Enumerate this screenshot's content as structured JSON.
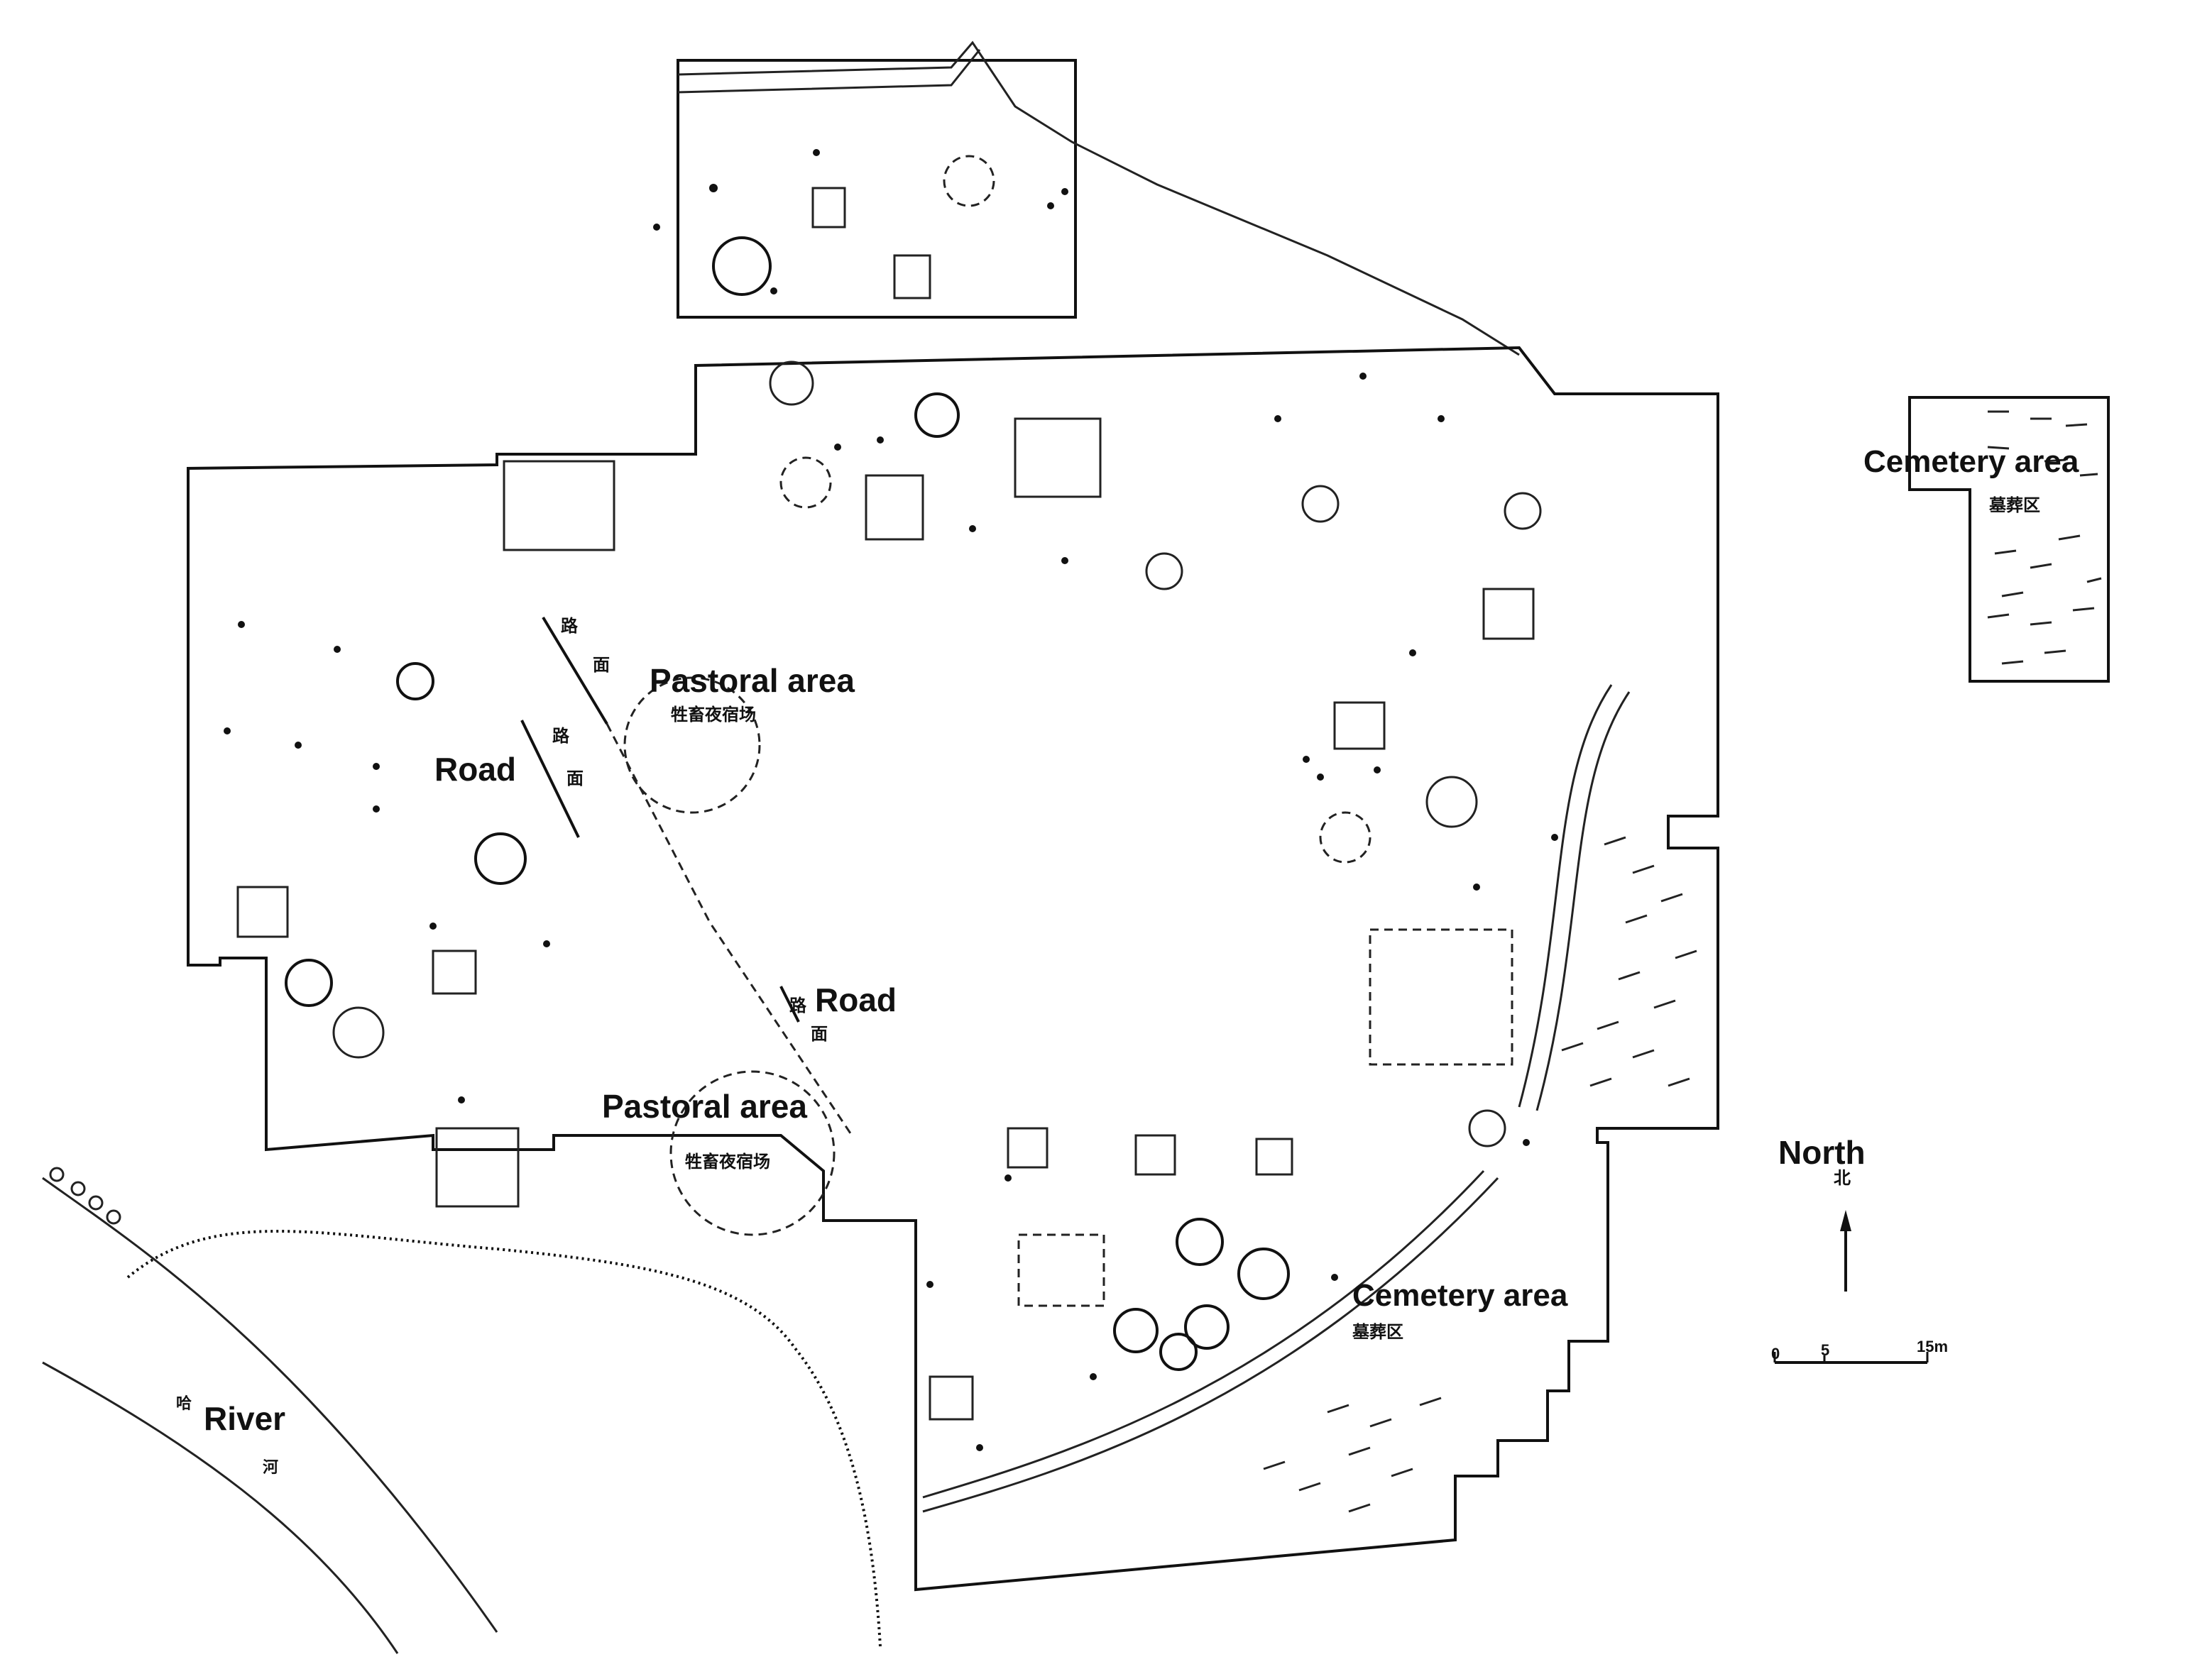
{
  "map": {
    "labels": {
      "pastoral_1": "Pastoral area",
      "pastoral_1_zh": "牲畜夜宿场",
      "pastoral_2": "Pastoral area",
      "pastoral_2_zh": "牲畜夜宿场",
      "road_1": "Road",
      "road_1_zh_a": "路",
      "road_1_zh_b": "面",
      "road_2": "Road",
      "road_2_zh_a": "路",
      "road_2_zh_b": "面",
      "road_3_zh_a": "路",
      "road_3_zh_b": "面",
      "cemetery_1": "Cemetery area",
      "cemetery_1_zh": "墓葬区",
      "cemetery_2": "Cemetery area",
      "cemetery_2_zh": "墓葬区",
      "river": "River",
      "river_zh_a": "哈",
      "river_zh_b": "河",
      "north": "North",
      "north_zh": "北"
    },
    "scale": {
      "ticks": [
        "0",
        "5",
        "15m"
      ]
    }
  }
}
